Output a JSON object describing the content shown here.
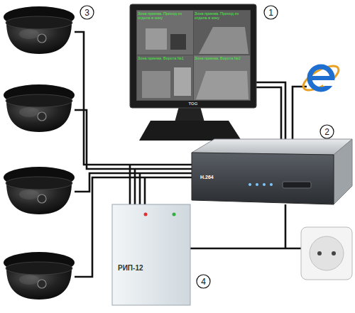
{
  "diagram": {
    "nodes": [
      {
        "text": [
          "3"
        ]
      },
      {
        "text": [
          "1"
        ]
      },
      {
        "text": [
          "2"
        ]
      },
      {
        "text": [
          "4"
        ]
      }
    ],
    "labels": [
      "Зона приема. Проход из отдела в зону",
      "Зона приема. Проход из отдела в зону",
      "Зона приема. Ворота №1",
      "Зона приема. Ворота №2",
      "TOG",
      "H.264",
      "РИП-12"
    ]
  }
}
